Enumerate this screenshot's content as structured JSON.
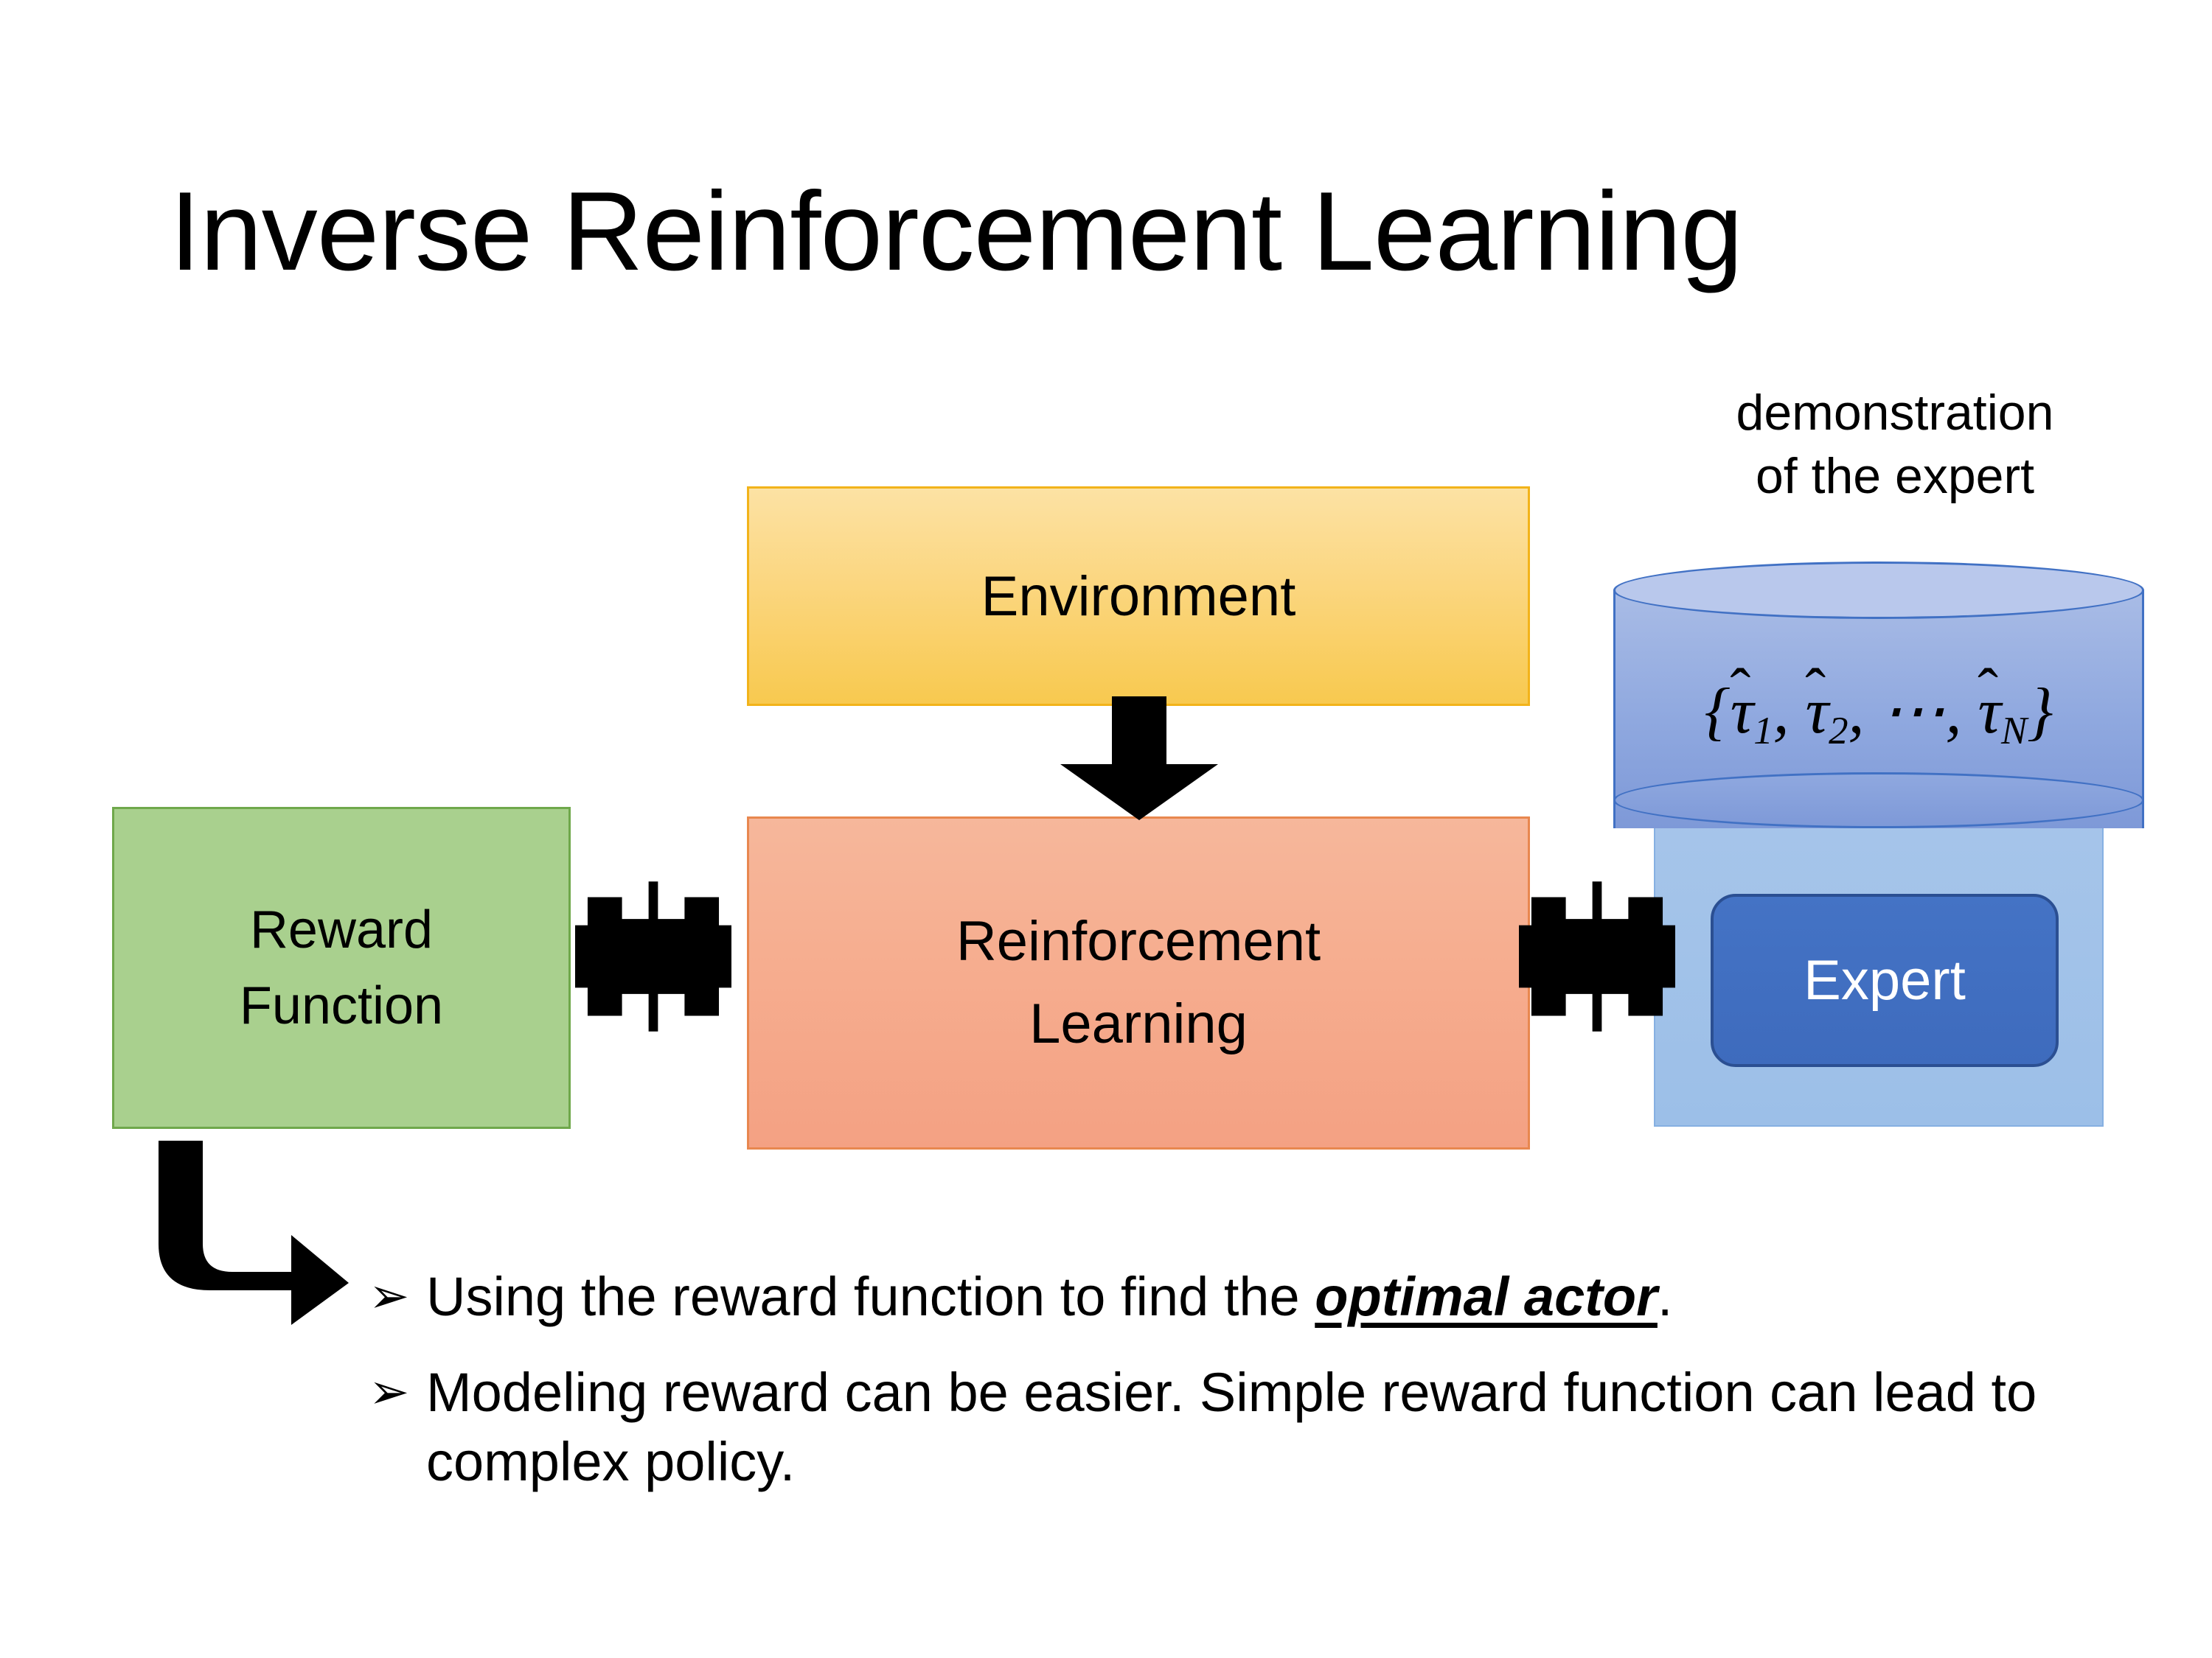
{
  "slide": {
    "title": "Inverse Reinforcement Learning",
    "background_color": "#FFFFFF"
  },
  "diagram": {
    "environment_box": {
      "label": "Environment",
      "fill_top": "#FCE2A4",
      "fill_bottom": "#F8C94F",
      "border_color": "#F2B31A"
    },
    "rl_box": {
      "label_line1": "Reinforcement",
      "label_line2": "Learning",
      "fill_top": "#F6B79B",
      "fill_bottom": "#F4A183",
      "border_color": "#E8874F"
    },
    "reward_box": {
      "label_line1": "Reward",
      "label_line2": "Function",
      "fill": "#A9D08E",
      "border_color": "#6FA84B"
    },
    "demonstration": {
      "caption_line1": "demonstration",
      "caption_line2": "of the expert",
      "cylinder": {
        "formula_open": "{",
        "tau1_symbol": "τ",
        "tau1_hat": "ˆ",
        "tau1_sub": "1",
        "sep1": ", ",
        "tau2_symbol": "τ",
        "tau2_hat": "ˆ",
        "tau2_sub": "2",
        "sep2": ", ",
        "ellipsis": "⋯",
        "sep3": ", ",
        "tauN_symbol": "τ",
        "tauN_hat": "ˆ",
        "tauN_sub": "N",
        "formula_close": "}",
        "fill_top": "#B9C8EC",
        "fill_body": "#8FA8DF",
        "border_color": "#4171C4"
      },
      "panel": {
        "fill": "#A8C6EA",
        "border_color": "#86B0E2"
      },
      "expert_chip": {
        "label": "Expert",
        "fill": "#4473C5",
        "border_color": "#2B4F92",
        "text_color": "#FFFFFF"
      }
    },
    "arrows": {
      "environment_to_rl": "down-arrow",
      "reward_rl_link": "four-way-arrow",
      "rl_expert_link": "four-way-arrow",
      "reward_to_bullets": "elbow-arrow",
      "color": "#000000"
    }
  },
  "bullets": [
    {
      "marker": "➢",
      "text_before": "Using the reward function to find the ",
      "emphasis": "optimal actor",
      "text_after": "."
    },
    {
      "marker": "➢",
      "text_before": "Modeling reward can be easier. Simple reward function can lead to complex policy.",
      "emphasis": "",
      "text_after": ""
    }
  ]
}
